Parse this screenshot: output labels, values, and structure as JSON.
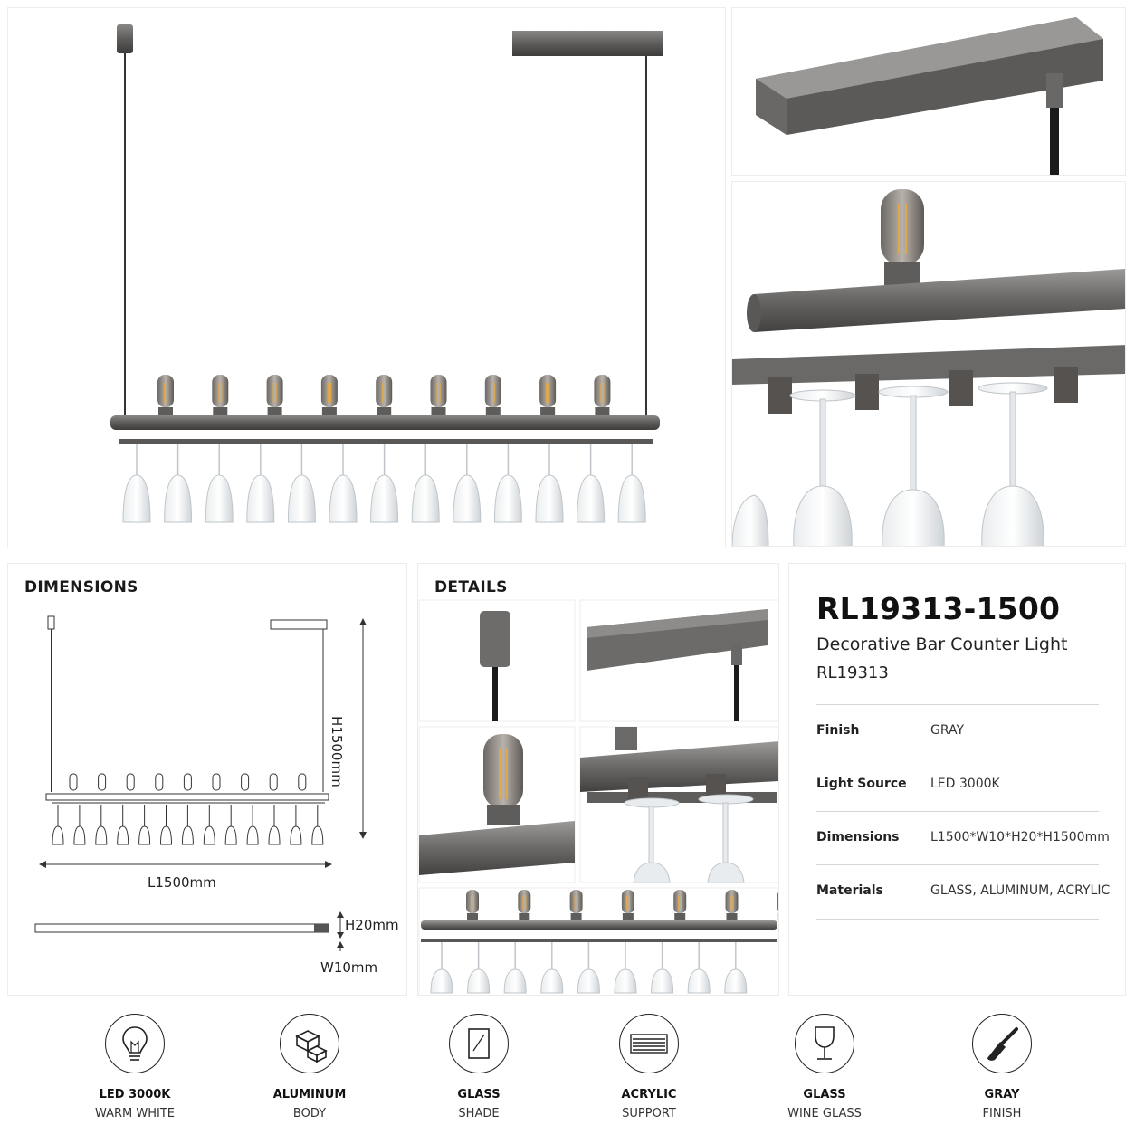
{
  "dimensions": {
    "title": "DIMENSIONS",
    "height": "H1500mm",
    "length": "L1500mm",
    "h20": "H20mm",
    "w10": "W10mm"
  },
  "details": {
    "title": "DETAILS"
  },
  "product": {
    "code": "RL19313-1500",
    "name": "Decorative Bar Counter Light",
    "model": "RL19313",
    "specs": [
      {
        "key": "Finish",
        "value": "GRAY"
      },
      {
        "key": "Light Source",
        "value": "LED 3000K"
      },
      {
        "key": "Dimensions",
        "value": "L1500*W10*H20*H1500mm"
      },
      {
        "key": "Materials",
        "value": "GLASS, ALUMINUM, ACRYLIC"
      }
    ]
  },
  "features": [
    {
      "icon": "bulb-icon",
      "title": "LED 3000K",
      "subtitle": "WARM WHITE"
    },
    {
      "icon": "aluminum-bars-icon",
      "title": "ALUMINUM",
      "subtitle": "BODY"
    },
    {
      "icon": "glass-panel-icon",
      "title": "GLASS",
      "subtitle": "SHADE"
    },
    {
      "icon": "acrylic-plate-icon",
      "title": "ACRYLIC",
      "subtitle": "SUPPORT"
    },
    {
      "icon": "wine-glass-icon",
      "title": "GLASS",
      "subtitle": "WINE GLASS"
    },
    {
      "icon": "paint-brush-icon",
      "title": "GRAY",
      "subtitle": "FINISH"
    }
  ],
  "colors": {
    "metal": "#6e6c6a",
    "metal_dark": "#4d4b49",
    "glass": "#c9ced2"
  }
}
